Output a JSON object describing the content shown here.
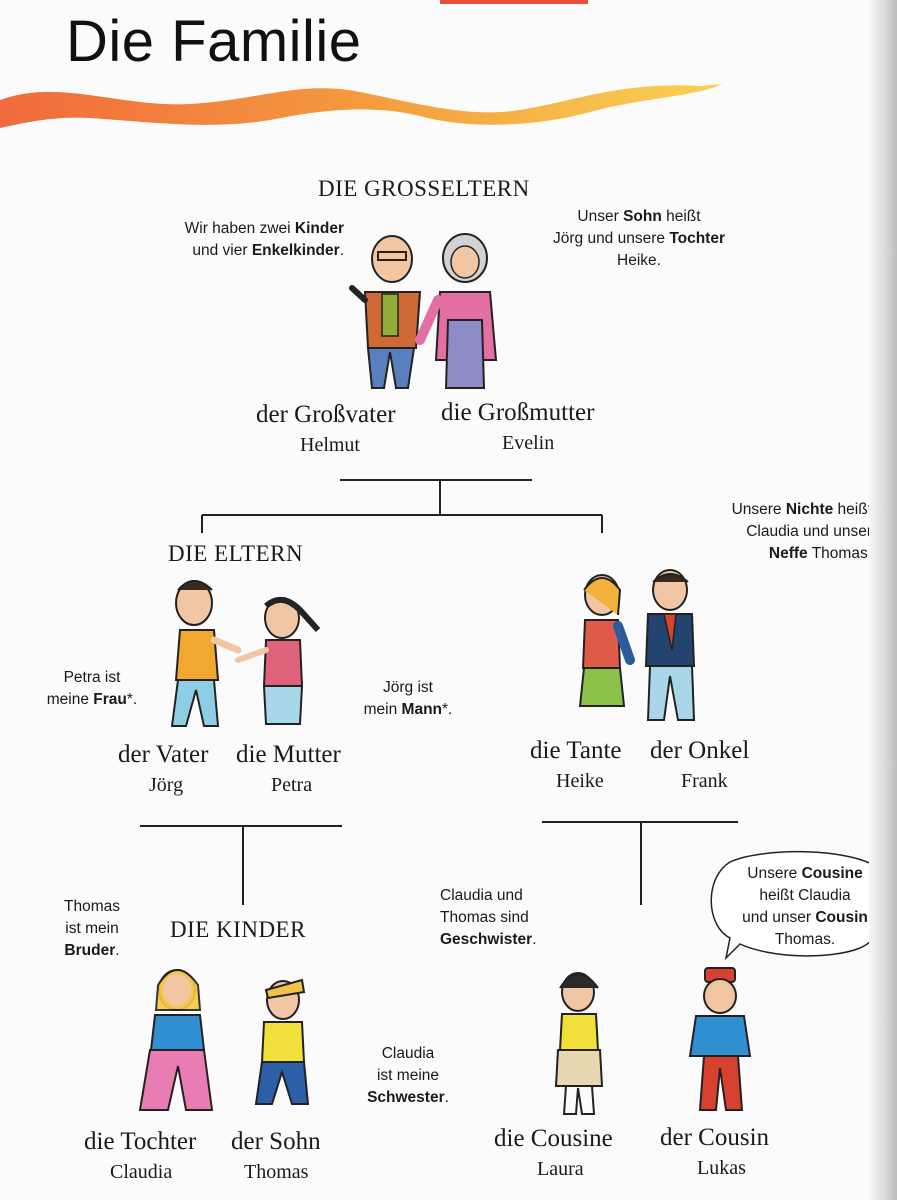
{
  "title": "Die Familie",
  "sections": {
    "grandparents": "DIE GROSSELTERN",
    "parents": "DIE ELTERN",
    "children": "DIE KINDER"
  },
  "people": {
    "grandfather": {
      "role": "der Großvater",
      "name": "Helmut"
    },
    "grandmother": {
      "role": "die Großmutter",
      "name": "Evelin"
    },
    "father": {
      "role": "der Vater",
      "name": "Jörg"
    },
    "mother": {
      "role": "die Mutter",
      "name": "Petra"
    },
    "aunt": {
      "role": "die Tante",
      "name": "Heike"
    },
    "uncle": {
      "role": "der Onkel",
      "name": "Frank"
    },
    "daughter": {
      "role": "die Tochter",
      "name": "Claudia"
    },
    "son": {
      "role": "der Sohn",
      "name": "Thomas"
    },
    "cousine": {
      "role": "die Cousine",
      "name": "Laura"
    },
    "cousin": {
      "role": "der Cousin",
      "name": "Lukas"
    }
  },
  "notes": {
    "grandfather": {
      "l1a": "Wir haben zwei ",
      "l1b": "Kinder",
      "l2a": "und vier ",
      "l2b": "Enkelkinder",
      "l2c": "."
    },
    "grandmother": {
      "l1a": "Unser ",
      "l1b": "Sohn",
      "l1c": " heißt",
      "l2a": "Jörg und unsere ",
      "l2b": "Tochter",
      "l3": "Heike."
    },
    "aunt_uncle": {
      "l1a": "Unsere ",
      "l1b": "Nichte",
      "l1c": " heißt",
      "l2": "Claudia und unser",
      "l3a": "Neffe",
      "l3b": " Thomas."
    },
    "father": {
      "l1": "Petra ist",
      "l2a": "meine ",
      "l2b": "Frau",
      "l2c": "*."
    },
    "mother": {
      "l1": "Jörg ist",
      "l2a": "mein ",
      "l2b": "Mann",
      "l2c": "*."
    },
    "daughter": {
      "l1": "Thomas",
      "l2": "ist mein",
      "l3a": "Bruder",
      "l3b": "."
    },
    "son": {
      "l1": "Claudia",
      "l2": "ist meine",
      "l3a": "Schwester",
      "l3b": "."
    },
    "siblings": {
      "l1": "Claudia und",
      "l2": "Thomas sind",
      "l3a": "Geschwister",
      "l3b": "."
    },
    "cousin_bubble": {
      "l1a": "Unsere ",
      "l1b": "Cousine",
      "l2": "heißt Claudia",
      "l3a": "und unser ",
      "l3b": "Cousin",
      "l4": "Thomas."
    }
  },
  "colors": {
    "accent_top": "#e94e3a",
    "stroke_orange": "#f07a3a",
    "stroke_yellow": "#f7c84a"
  }
}
